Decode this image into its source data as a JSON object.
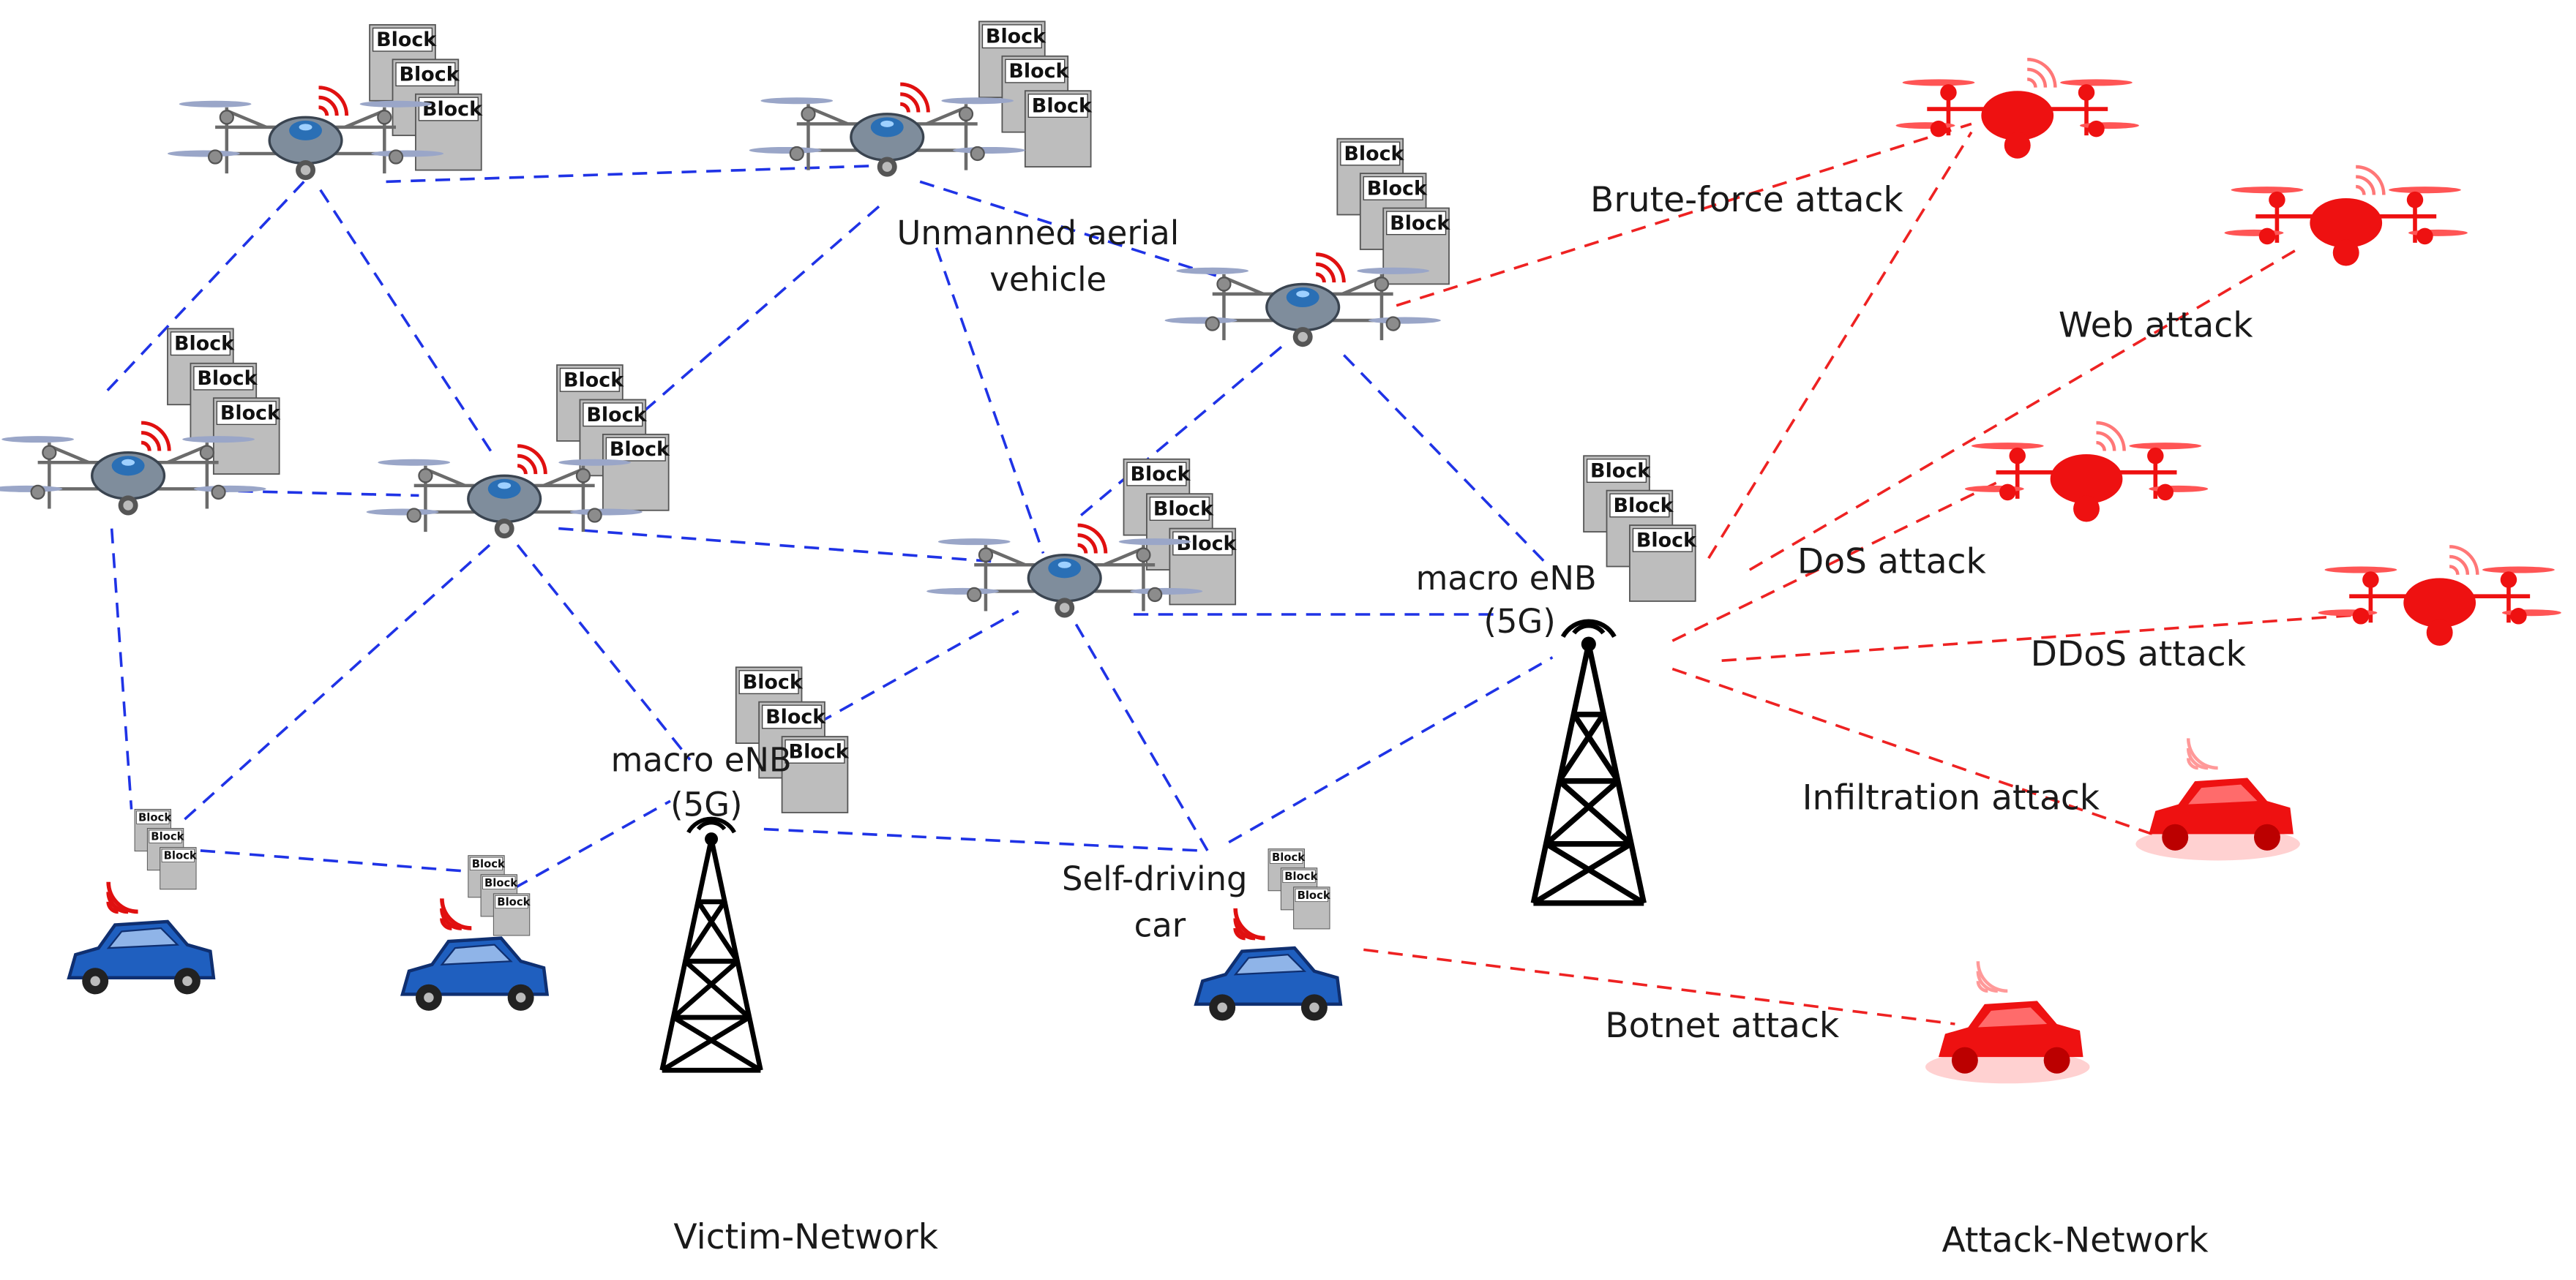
{
  "labels": {
    "uav": "Unmanned aerial\nvehicle",
    "macro_enb": "macro eNB\n(5G)",
    "self_driving_car": "Self-driving\ncar",
    "victim_network": "Victim-Network",
    "attack_network": "Attack-Network",
    "block": "Block"
  },
  "attacks": [
    {
      "name": "Brute-force attack"
    },
    {
      "name": "Web attack"
    },
    {
      "name": "DoS attack"
    },
    {
      "name": "DDoS attack"
    },
    {
      "name": "Infiltration attack"
    },
    {
      "name": "Botnet attack"
    }
  ],
  "colors": {
    "victim_link": "#1f33e6",
    "attack_link": "#ee2222",
    "attacker": "#ee1111",
    "car_victim": "#1f5fbf",
    "drone_body": "#8a98a8",
    "signal": "#e01010"
  }
}
